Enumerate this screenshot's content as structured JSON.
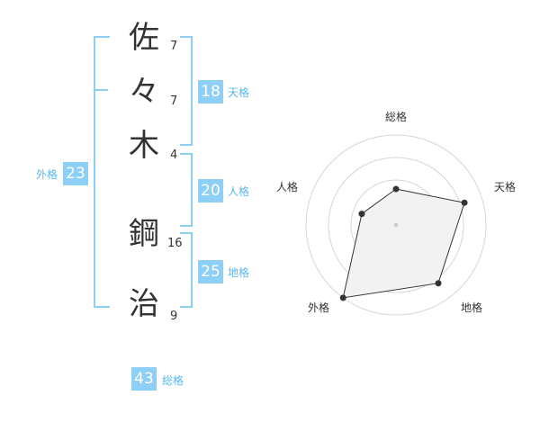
{
  "name": {
    "chars": [
      {
        "char": "佐",
        "strokes": "7"
      },
      {
        "char": "々",
        "strokes": "7"
      },
      {
        "char": "木",
        "strokes": "4"
      },
      {
        "char": "鋼",
        "strokes": "16"
      },
      {
        "char": "治",
        "strokes": "9"
      }
    ]
  },
  "fortune": {
    "tenkaku": {
      "value": "18",
      "label": "天格"
    },
    "jinkaku": {
      "value": "20",
      "label": "人格"
    },
    "chikaku": {
      "value": "25",
      "label": "地格"
    },
    "gaikaku": {
      "value": "23",
      "label": "外格"
    },
    "soukaku": {
      "value": "43",
      "label": "総格"
    }
  },
  "radar": {
    "axes": [
      "総格",
      "天格",
      "地格",
      "外格",
      "人格"
    ],
    "values": [
      0.4,
      0.8,
      0.8,
      1.0,
      0.4
    ],
    "max": 1.0,
    "rings": 4
  },
  "colors": {
    "accent": "#8ecff5",
    "accent_text": "#5ab7ee",
    "text": "#333333"
  }
}
